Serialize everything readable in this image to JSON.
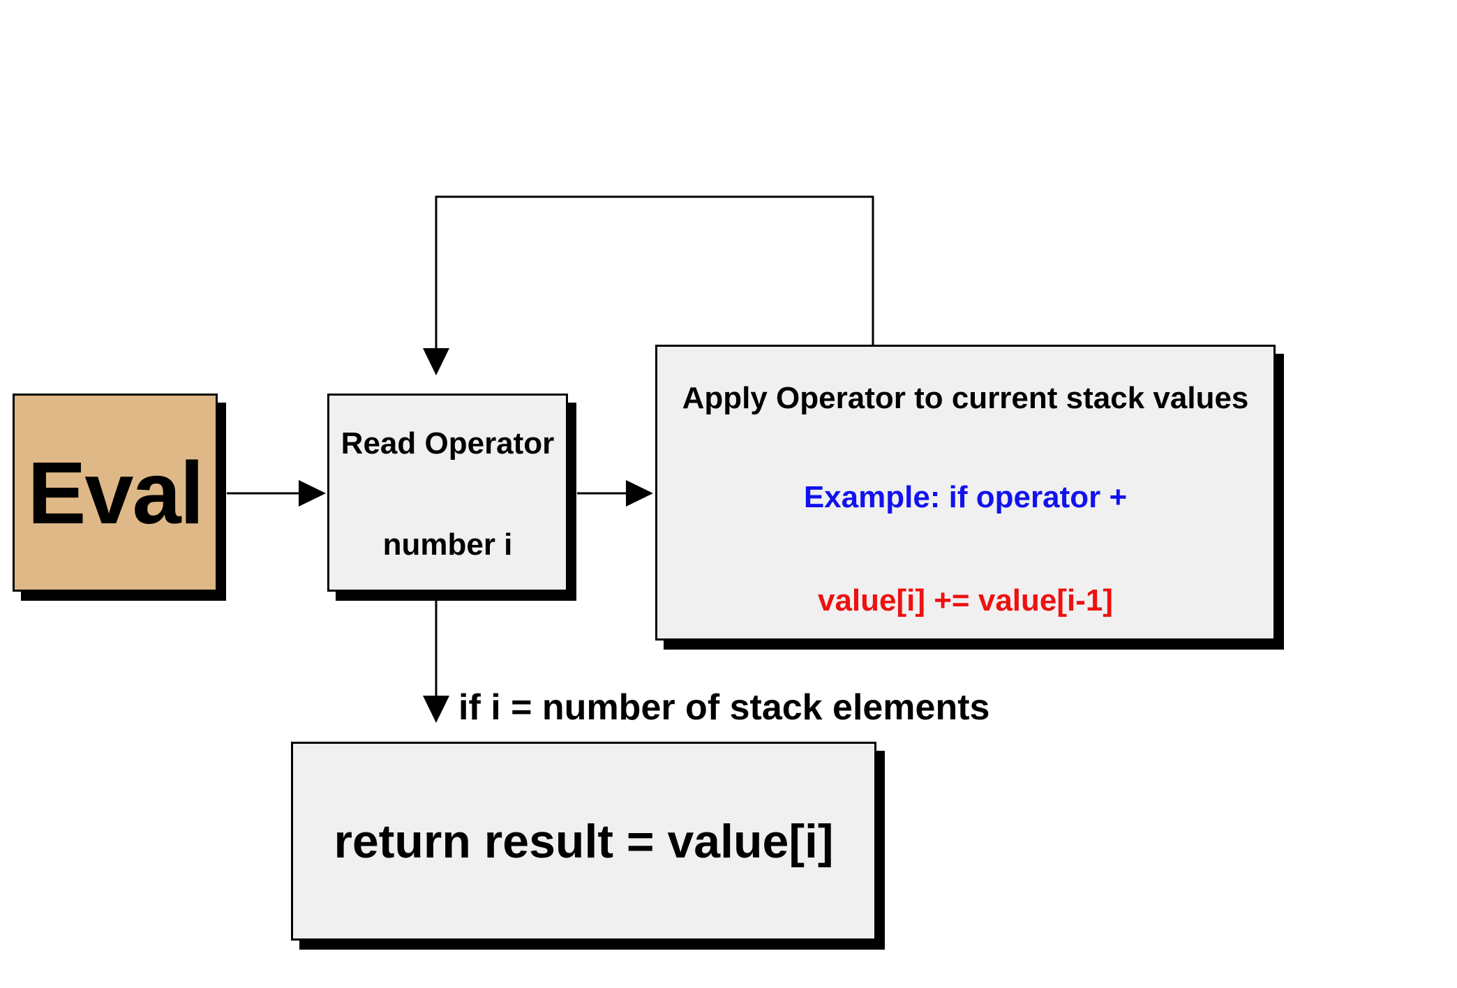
{
  "colors": {
    "background": "#ffffff",
    "box_fill": "#f0f0f0",
    "eval_fill": "#deb887",
    "border": "#000000",
    "shadow": "#000000",
    "text": "#000000",
    "example_blue": "#1212ee",
    "code_red": "#ee1111"
  },
  "nodes": {
    "eval": {
      "label": "Eval"
    },
    "read_operator": {
      "line1": "Read Operator",
      "line2": "number i"
    },
    "apply_operator": {
      "title": "Apply Operator to current stack values",
      "example": "Example: if operator +",
      "code": "value[i] += value[i-1]"
    },
    "return_result": {
      "label": "return result = value[i]"
    }
  },
  "edges": {
    "exit_condition_label": "if i = number of stack elements"
  }
}
